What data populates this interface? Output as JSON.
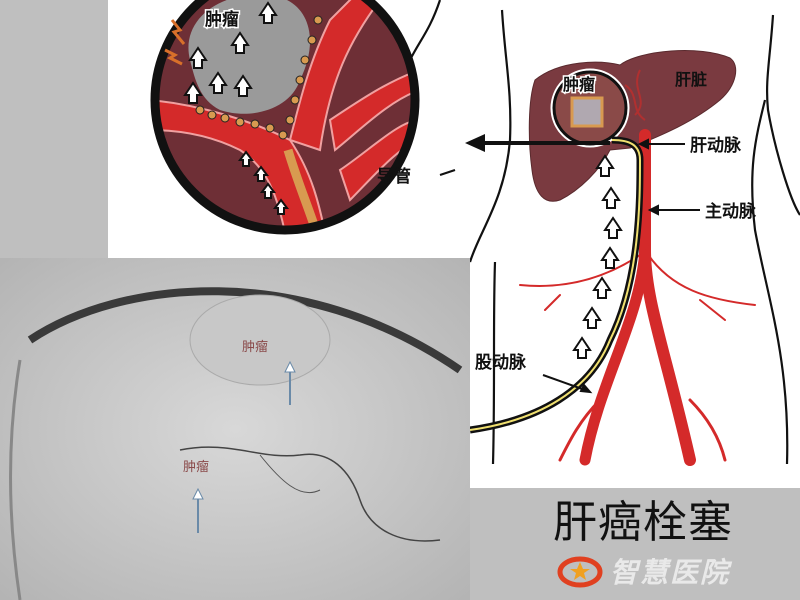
{
  "labels": {
    "tumor_inset": "肿瘤",
    "catheter": "导管",
    "tumor_liver": "肿瘤",
    "liver": "肝脏",
    "hepatic_artery": "肝动脉",
    "aorta": "主动脉",
    "femoral_artery": "股动脉",
    "xray_tumor_1": "肿瘤",
    "xray_tumor_2": "肿瘤"
  },
  "title": "肝癌栓塞",
  "logo_text": "智慧医院",
  "colors": {
    "background": "#bfbfbf",
    "liver": "#7a3a40",
    "artery": "#d42a2a",
    "tissue": "#6e2f36",
    "tumor": "#9a9a9a",
    "catheter_fill": "#e8c070"
  }
}
